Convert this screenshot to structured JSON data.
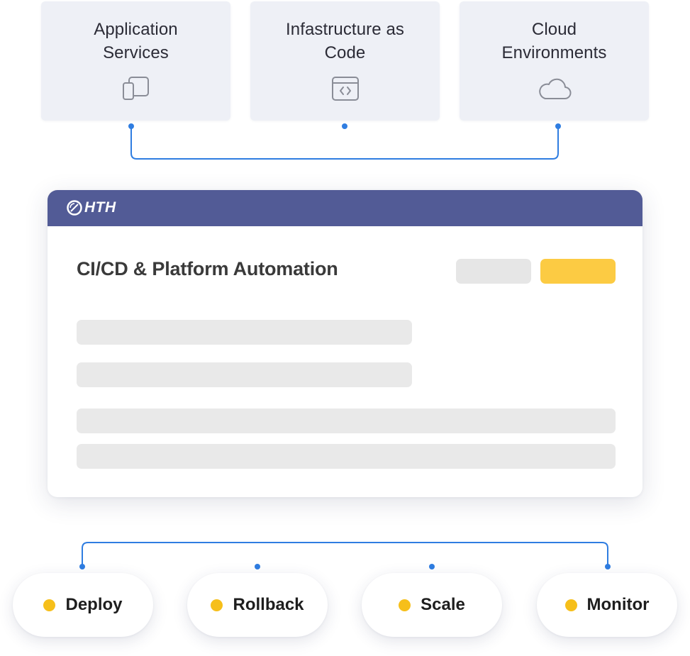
{
  "sources": [
    {
      "title": "Application\nServices",
      "icon": "devices-icon"
    },
    {
      "title": "Infastructure as\nCode",
      "icon": "code-window-icon"
    },
    {
      "title": "Cloud\nEnvironments",
      "icon": "cloud-icon"
    }
  ],
  "panel": {
    "logo_text": "HTH",
    "title": "CI/CD & Platform Automation"
  },
  "actions": [
    {
      "label": "Deploy"
    },
    {
      "label": "Rollback"
    },
    {
      "label": "Scale"
    },
    {
      "label": "Monitor"
    }
  ],
  "colors": {
    "connector": "#2f7de1",
    "header": "#525b96",
    "accent_yellow": "#fccb43",
    "dot_yellow": "#f6bf1a",
    "card_bg": "#eef0f6"
  }
}
